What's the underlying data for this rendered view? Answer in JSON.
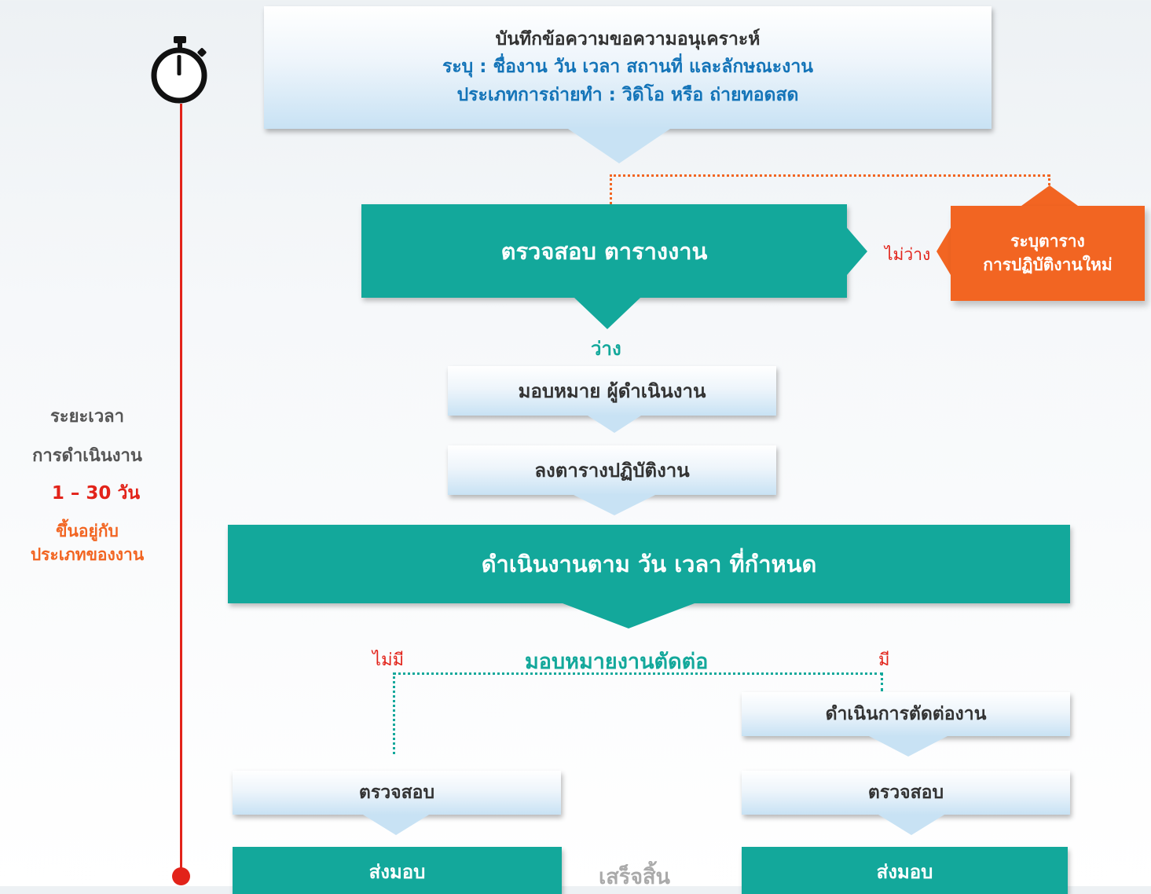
{
  "colors": {
    "teal": "#13a89b",
    "orange": "#f26522",
    "red": "#e2231a",
    "blue": "#1474b8",
    "dark": "#333333",
    "gray": "#aaaaaa"
  },
  "icons": {
    "timer": "stopwatch-icon"
  },
  "timeline": {
    "duration_label_1": "ระยะเวลา",
    "duration_label_2": "การดำเนินงาน",
    "duration_value": "1 – 30 วัน",
    "depends_1": "ขึ้นอยู่กับ",
    "depends_2": "ประเภทของงาน"
  },
  "steps": {
    "request": {
      "title": "บันทึกข้อความขอความอนุเคราะห์",
      "detail_1": "ระบุ : ชื่องาน วัน เวลา สถานที่ และลักษณะงาน",
      "detail_2": "ประเภทการถ่ายทำ : วิดิโอ หรือ ถ่ายทอดสด"
    },
    "check_schedule": "ตรวจสอบ ตารางงาน",
    "not_free": "ไม่ว่าง",
    "reschedule_1": "ระบุตาราง",
    "reschedule_2": "การปฏิบัติงานใหม่",
    "free": "ว่าง",
    "assign": "มอบหมาย ผู้ดำเนินงาน",
    "log_schedule": "ลงตารางปฏิบัติงาน",
    "execute": "ดำเนินงานตาม วัน เวลา ที่กำหนด",
    "edit_question": "มอบหมายงานตัดต่อ",
    "no": "ไม่มี",
    "yes": "มี",
    "do_edit": "ดำเนินการตัดต่องาน",
    "review_left": "ตรวจสอบ",
    "review_right": "ตรวจสอบ",
    "deliver_left": "ส่งมอบ",
    "deliver_right": "ส่งมอบ",
    "done": "เสร็จสิ้น"
  }
}
